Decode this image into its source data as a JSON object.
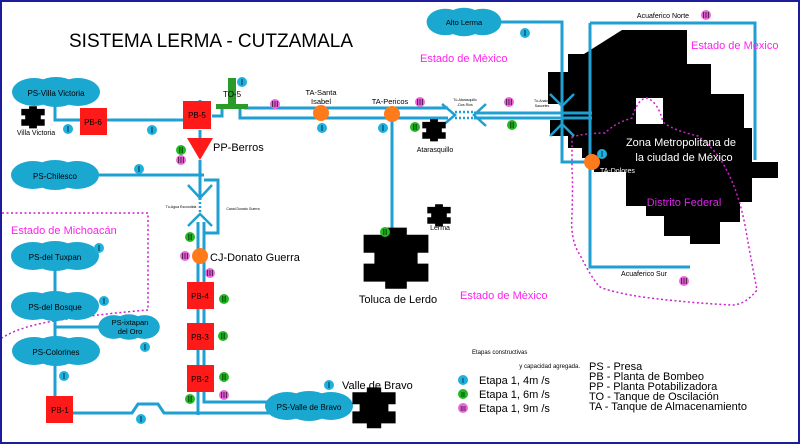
{
  "title": "SISTEMA LERMA - CUTZAMALA",
  "colors": {
    "pipe": "#1fa0d2",
    "reservoir": "#1aa7d0",
    "pump": "#ff1a1a",
    "tank": "#ff7a1a",
    "surge_tank": "#2a9a2a",
    "stage1": "#1fb0dd",
    "stage2": "#22b822",
    "stage3": "#ee66dd",
    "region_label": "#ff22ee",
    "border": "#1c1c9c",
    "urban": "#000000"
  },
  "regions": {
    "michoacan": "Estado de Michoacán",
    "mexico_center": "Estado de Mèxico",
    "mexico_bottom": "Estado de Mèxico",
    "mexico_right": "Estado de Mèxico",
    "distrito_federal": "Distrito Federal"
  },
  "reservoirs": {
    "villa_victoria": "PS-Villa Victoria",
    "chilesco": "PS-Chilesco",
    "tuxpan": "PS-del Tuxpan",
    "bosque": "PS-del Bosque",
    "ixtapan_1": "PS-ixtapan",
    "ixtapan_2": "del Oro",
    "colorines": "PS-Colorines",
    "valle_bravo": "PS-Valle de Bravo",
    "alto_lerma": "Alto Lerma"
  },
  "pumps": {
    "pb1": "PB-1",
    "pb2": "PB-2",
    "pb3": "PB-3",
    "pb4": "PB-4",
    "pb5": "PB-5",
    "pb6": "PB-6"
  },
  "facilities": {
    "to5": "TO-5",
    "pp_berros": "PP-Berros",
    "cj_donato": "CJ-Donato Guerra",
    "ta_santa_1": "TA-Santa",
    "ta_santa_2": "Isabel",
    "ta_pericos": "TA-Pericos",
    "ta_dolores": "TA-Dolores",
    "tunnel_agua": "Tú-Agua Escondida",
    "canal_donato": "Canal Donato Guerra",
    "tunnel_atarasquillo_1": "Tú-Atarasquillo",
    "tunnel_atarasquillo_2": "-Dos Ríos",
    "tunnel_analco_1": "Tú-Analco",
    "tunnel_analco_2": "Sauceles",
    "acuaferico_norte": "Acuaferico Norte",
    "acuaferico_sur": "Acuaferico Sur"
  },
  "towns": {
    "villa_victoria": "Villa Victoria",
    "atarasquillo": "Atarasquillo",
    "lerma": "Lerma",
    "toluca": "Toluca de Lerdo",
    "valle_bravo": "Valle de Bravo",
    "zona_1": "Zona Metropolitana de",
    "zona_2": "la ciudad de México"
  },
  "stage_markers": {
    "I": "I",
    "II": "II",
    "III": "III"
  },
  "legend": {
    "heading_1": "Etapas constructivas",
    "heading_2": "y capacidad agregada.",
    "stages": [
      {
        "mark": "I",
        "label": "Etapa 1, 4m /s"
      },
      {
        "mark": "II",
        "label": "Etapa 1, 6m /s"
      },
      {
        "mark": "III",
        "label": "Etapa 1, 9m /s"
      }
    ],
    "abbreviations": [
      "PS - Presa",
      "PB - Planta de Bombeo",
      "PP - Planta Potabilizadora",
      "TO - Tanque de Oscilación",
      "TA - Tanque de Almacenamiento"
    ]
  }
}
